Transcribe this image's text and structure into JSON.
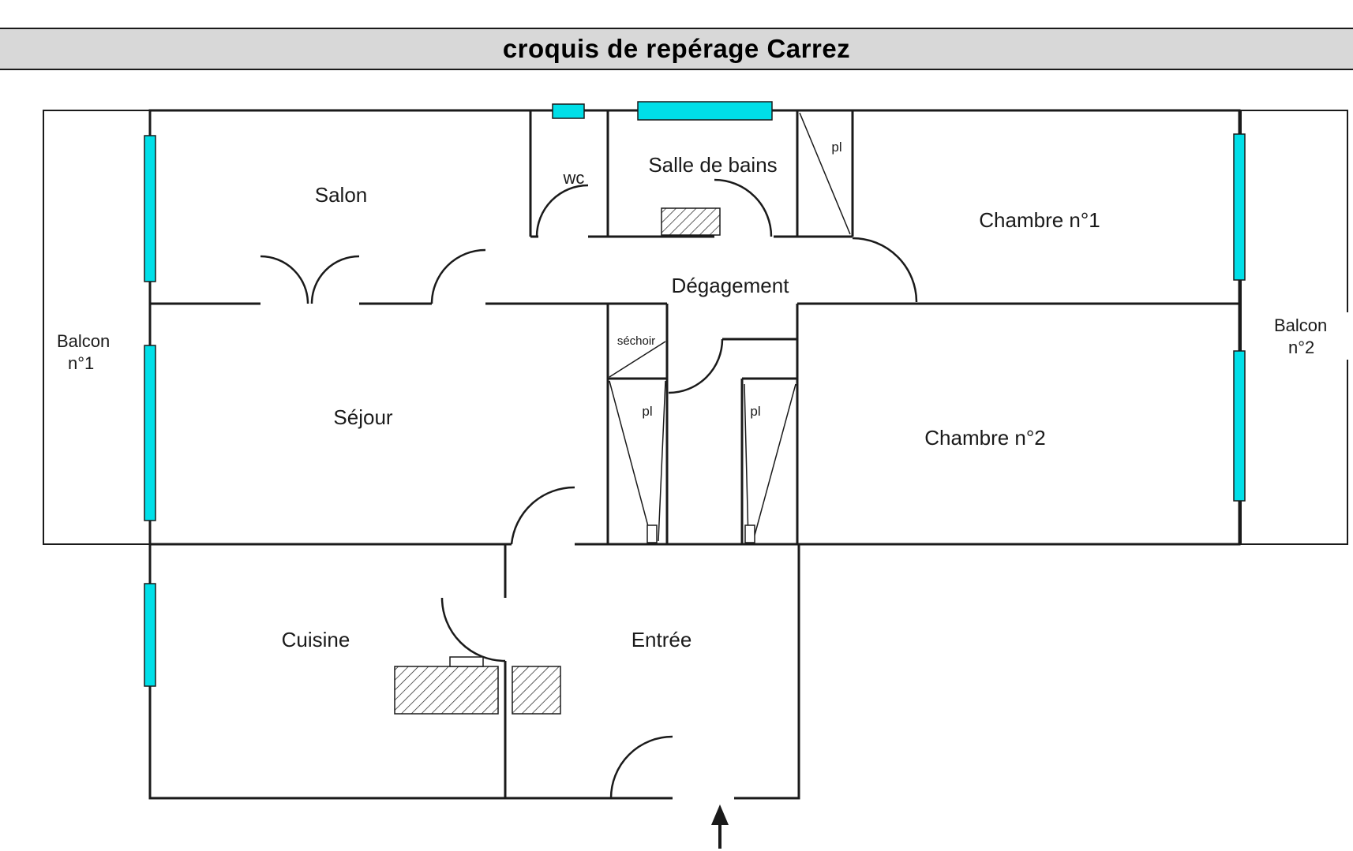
{
  "title": "croquis de repérage Carrez",
  "colors": {
    "header-bg": "#d8d8d8",
    "wall": "#1a1a1a",
    "window": "#00dfe8",
    "text": "#1a1a1a"
  },
  "rooms": {
    "salon": "Salon",
    "wc": "wc",
    "salle_de_bains": "Salle de bains",
    "chambre1": "Chambre n°1",
    "degagement": "Dégagement",
    "sechoir": "séchoir",
    "closet": "pl",
    "sejour": "Séjour",
    "chambre2": "Chambre n°2",
    "cuisine": "Cuisine",
    "entree": "Entrée",
    "balcon1_l1": "Balcon",
    "balcon1_l2": "n°1",
    "balcon2_l1": "Balcon",
    "balcon2_l2": "n°2"
  }
}
